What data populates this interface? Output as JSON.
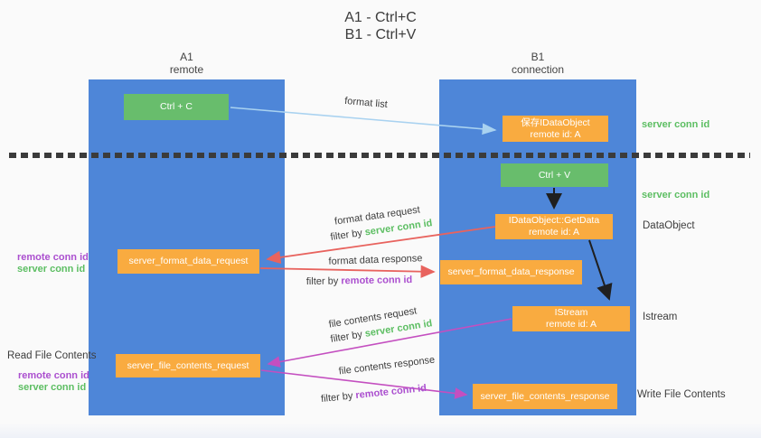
{
  "title": {
    "line1": "A1 - Ctrl+C",
    "line2": "B1 - Ctrl+V"
  },
  "columns": {
    "a": {
      "name": "A1",
      "subtitle": "remote"
    },
    "b": {
      "name": "B1",
      "subtitle": "connection"
    }
  },
  "boxes": {
    "ctrl_c": "Ctrl + C",
    "ctrl_v": "Ctrl + V",
    "save_idataobject": {
      "line1": "保存IDataObject",
      "line2": "remote id: A"
    },
    "getdata": {
      "line1": "IDataObject::GetData",
      "line2": "remote id: A"
    },
    "istream": {
      "line1": "IStream",
      "line2": "remote id: A"
    },
    "server_format_data_request": "server_format_data_request",
    "server_format_data_response": "server_format_data_response",
    "server_file_contents_request": "server_file_contents_request",
    "server_file_contents_response": "server_file_contents_response"
  },
  "flow_labels": {
    "format_list": "format list",
    "format_data_request": "format data request",
    "format_data_response": "format data response",
    "file_contents_request": "file contents request",
    "file_contents_response": "file contents response",
    "filter_by": "filter by",
    "server_conn_id": "server conn id",
    "remote_conn_id": "remote conn id"
  },
  "side_labels": {
    "right_server_conn_id_top": "server conn id",
    "right_server_conn_id_mid": "server conn id",
    "dataobject": "DataObject",
    "istream": "Istream",
    "write_file_contents": "Write File Contents",
    "read_file_contents": "Read File Contents",
    "left_remote_conn_id_top": "remote conn id",
    "left_server_conn_id_top": "server conn id",
    "left_remote_conn_id_bottom": "remote conn id",
    "left_server_conn_id_bottom": "server conn id"
  },
  "colors": {
    "column_blue": "#4e86d8",
    "box_green": "#68bd6c",
    "box_orange": "#f9ab40",
    "arrow_light_blue": "#a9d2f0",
    "arrow_red": "#e8635e",
    "arrow_magenta": "#c44fc0",
    "arrow_black": "#1f1f1f",
    "text_green": "#5cbe62",
    "text_purple": "#ab4fcf",
    "text_dark": "#3c3c3c"
  }
}
